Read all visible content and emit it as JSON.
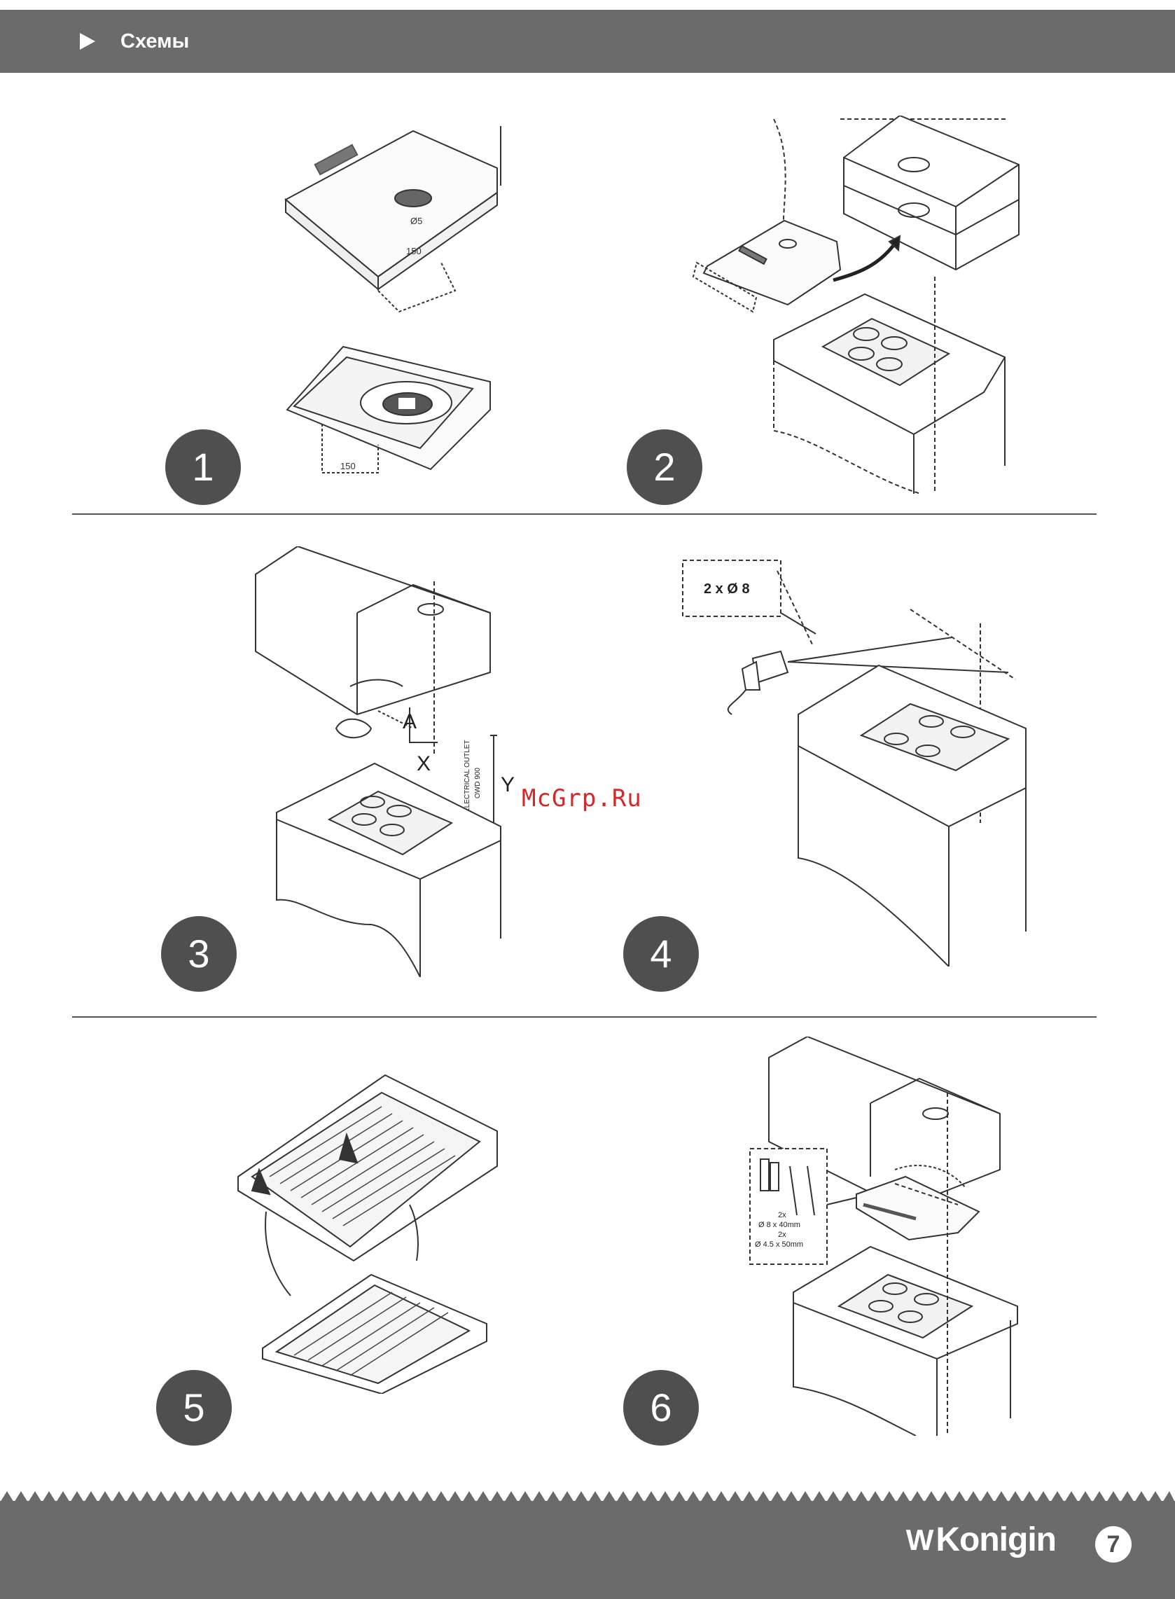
{
  "header": {
    "title": "Схемы",
    "icon": "play-icon"
  },
  "watermark": "McGrp.Ru",
  "steps": [
    "1",
    "2",
    "3",
    "4",
    "5",
    "6"
  ],
  "figure1": {
    "labels": [
      "Ø5",
      "150",
      "150"
    ]
  },
  "figure3": {
    "labels": [
      "A",
      "X",
      "Y",
      "ELECTRICAL OUTLET",
      "OWD 900"
    ]
  },
  "figure4": {
    "callout": "2 x Ø 8"
  },
  "figure6": {
    "hardware": [
      "2x",
      "Ø 8 x 40mm",
      "2x",
      "Ø 4.5 x 50mm"
    ]
  },
  "footer": {
    "brand": "Konigin",
    "brand_mark": "W",
    "page_number": "7"
  },
  "colors": {
    "band": "#6b6b6b",
    "badge": "#4f4f4f",
    "watermark": "#d22a2a"
  }
}
